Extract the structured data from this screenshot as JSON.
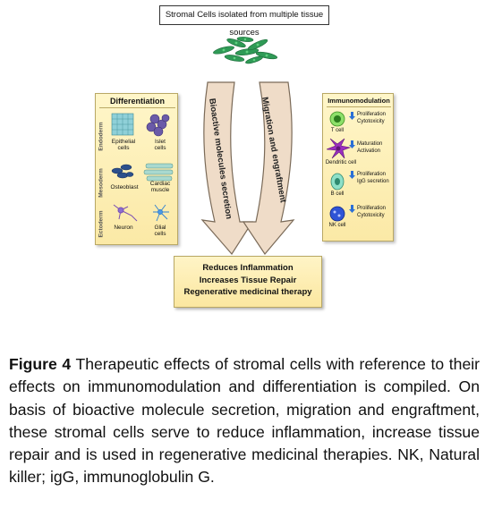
{
  "top_box": "Stromal Cells isolated from multiple tissue sources",
  "differentiation": {
    "title": "Differentiation",
    "layers": [
      {
        "name": "Endoderm",
        "cells": [
          "Epithelial\ncells",
          "Islet\ncells"
        ]
      },
      {
        "name": "Mesoderm",
        "cells": [
          "Osteoblast",
          "Cardiac\nmuscle"
        ]
      },
      {
        "name": "Ectoderm",
        "cells": [
          "Neuron",
          "Glial\ncells"
        ]
      }
    ]
  },
  "immunomodulation": {
    "title": "Immunomodulation",
    "cells": [
      {
        "name": "T cell",
        "effects": [
          "Proliferation",
          "Cytotoxicity"
        ]
      },
      {
        "name": "Dendritic cell",
        "effects": [
          "Maturation",
          "Activation"
        ]
      },
      {
        "name": "B cell",
        "effects": [
          "Proliferation",
          "IgG secretion"
        ]
      },
      {
        "name": "NK cell",
        "effects": [
          "Proliferation",
          "Cytotoxicity"
        ]
      }
    ]
  },
  "arrows": {
    "left": "Bioactive molecules secretion",
    "right": "Migration and engraftment"
  },
  "outcomes": [
    "Reduces Inflammation",
    "Increases Tissue Repair",
    "Regenerative medicinal therapy"
  ],
  "caption": {
    "label": "Figure 4",
    "text": " Therapeutic effects of stromal cells with reference to their effects on immunomodulation and differentiation is compiled. On basis of bioactive molecule secretion, migration and engraftment, these stromal cells serve to reduce inflammation, increase tissue repair and is used in regenerative medicinal therapies. NK, Natural killer; igG, immunoglobulin G."
  },
  "colors": {
    "panel": "#fbe9a6",
    "arrow_fill": "#efdcc8",
    "arrow_stroke": "#7a6a58",
    "cells_green": "#2f9a56",
    "down_arrow": "#2a6fd6"
  }
}
